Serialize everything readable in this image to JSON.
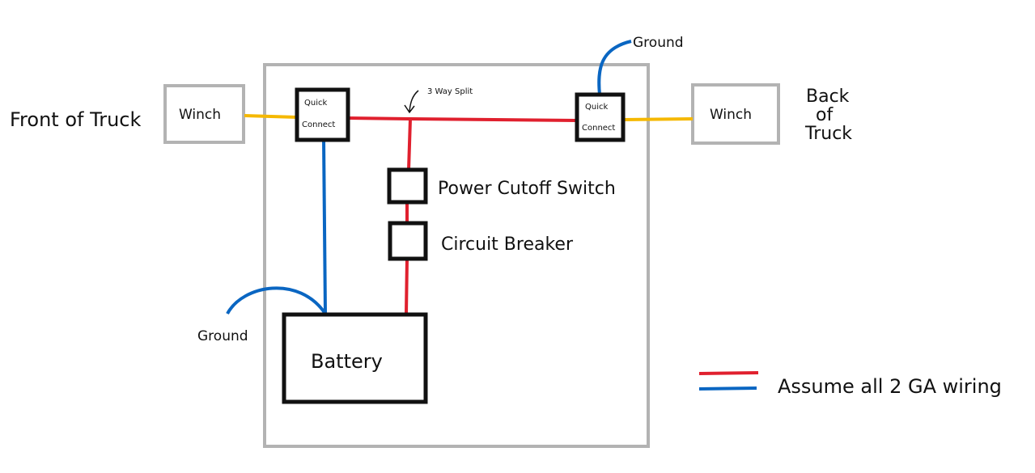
{
  "labels": {
    "front": "Front of Truck",
    "back_line1": "Back",
    "back_line2": "of",
    "back_line3": "Truck",
    "winch_front": "Winch",
    "winch_back": "Winch",
    "qc_left_line1": "Quick",
    "qc_left_line2": "Connect",
    "qc_right_line1": "Quick",
    "qc_right_line2": "Connect",
    "split": "3 Way Split",
    "switch": "Power Cutoff Switch",
    "breaker": "Circuit Breaker",
    "battery": "Battery",
    "ground_top": "Ground",
    "ground_left": "Ground",
    "legend": "Assume all 2 GA wiring"
  },
  "colors": {
    "positive": "#e0202e",
    "negative": "#0a66c2",
    "winch_lead": "#f5b800",
    "enclosure": "#b3b3b3",
    "component": "#111111"
  }
}
